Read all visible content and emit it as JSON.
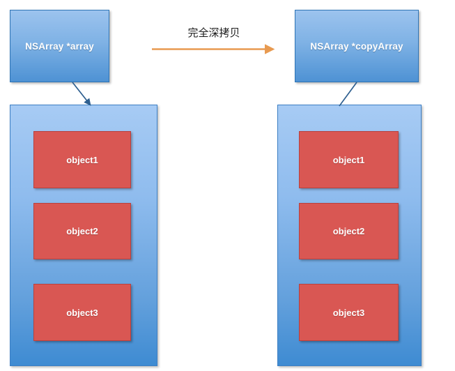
{
  "diagram": {
    "title_caption": "完全深拷贝",
    "colors": {
      "box_blue_light": "#A7CBF4",
      "box_blue_dark": "#3E8BD2",
      "object_red": "#D95753",
      "arrow_orange": "#E89A50",
      "connector_blue": "#2E5F8F",
      "text_white": "#FFFFFF"
    },
    "source": {
      "pointer_label": "NSArray *array",
      "objects": [
        {
          "label": "object1"
        },
        {
          "label": "object2"
        },
        {
          "label": "object3"
        }
      ]
    },
    "target": {
      "pointer_label": "NSArray *copyArray",
      "objects": [
        {
          "label": "object1"
        },
        {
          "label": "object2"
        },
        {
          "label": "object3"
        }
      ]
    },
    "connectors": {
      "source_pointer_to_array": "arrow-down-right",
      "target_pointer_to_array": "line-down-left",
      "copy_arrow": "arrow-right"
    }
  }
}
